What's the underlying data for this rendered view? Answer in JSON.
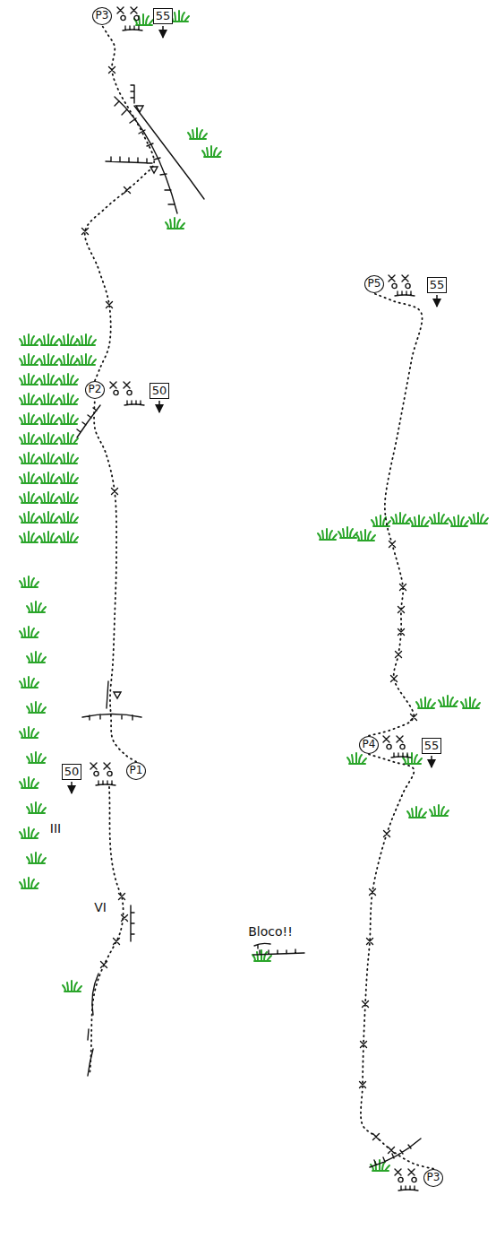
{
  "diagram": {
    "nodes": [
      {
        "text": [
          "P3"
        ]
      },
      {
        "text": [
          "55"
        ]
      },
      {
        "text": [
          "P2"
        ]
      },
      {
        "text": [
          "50"
        ]
      },
      {
        "text": [
          "50"
        ]
      },
      {
        "text": [
          "P1"
        ]
      },
      {
        "text": [
          "P5"
        ]
      },
      {
        "text": [
          "55"
        ]
      },
      {
        "text": [
          "P4"
        ]
      },
      {
        "text": [
          "55"
        ]
      },
      {
        "text": [
          "P3"
        ]
      }
    ],
    "edges": [
      {
        "from": 5,
        "to": 2,
        "arrow": "none"
      },
      {
        "from": 2,
        "to": 0,
        "arrow": "none"
      },
      {
        "from": 10,
        "to": 8,
        "arrow": "none"
      },
      {
        "from": 8,
        "to": 6,
        "arrow": "none"
      }
    ],
    "labels": [
      "III",
      "VI",
      "Bloco!!"
    ]
  }
}
